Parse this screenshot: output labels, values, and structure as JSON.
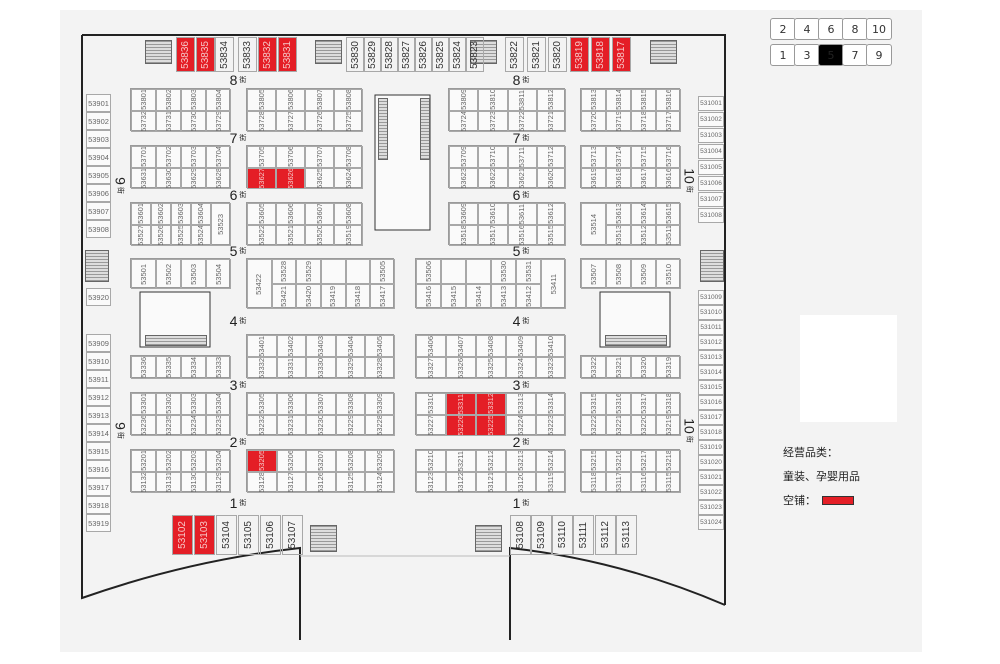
{
  "minimap": {
    "top": [
      "2",
      "4",
      "6",
      "8",
      "10"
    ],
    "bottom": [
      "1",
      "3",
      "5",
      "7",
      "9"
    ],
    "current": "5"
  },
  "legend": {
    "title": "经营品类：",
    "category": "童装、孕婴用品",
    "vacant_label": "空铺："
  },
  "colors": {
    "vacant": "#e41e26",
    "wall": "#222222",
    "stall_border": "#9a9a9a"
  },
  "streets": {
    "rows": [
      "8",
      "7",
      "6",
      "5",
      "4",
      "3",
      "2",
      "1"
    ],
    "suffix": "街",
    "left_col": "9",
    "right_col": "10"
  },
  "vacant": [
    "53836",
    "53835",
    "53832",
    "53831",
    "53819",
    "53818",
    "53817",
    "53627",
    "53626",
    "53311",
    "53312",
    "53226",
    "53225",
    "53205",
    "53102",
    "53103"
  ],
  "blocks": {
    "A1": [
      [
        "53801",
        "53732"
      ],
      [
        "53802",
        "53731"
      ],
      [
        "53803",
        "53730"
      ],
      [
        "53804",
        "53729"
      ]
    ],
    "A2": [
      [
        "53805",
        "53728"
      ],
      [
        "53806",
        "53727"
      ],
      [
        "53807",
        "53726"
      ],
      [
        "53808",
        "53725"
      ]
    ],
    "A3": [
      [
        "53809",
        "53724"
      ],
      [
        "53810",
        "53723"
      ],
      [
        "53811",
        "53722"
      ],
      [
        "53812",
        "53721"
      ]
    ],
    "A4": [
      [
        "53813",
        "53720"
      ],
      [
        "53814",
        "53719"
      ],
      [
        "53815",
        "53718"
      ],
      [
        "53816",
        "53717"
      ]
    ],
    "B1": [
      [
        "53701",
        "53631"
      ],
      [
        "53702",
        "53630"
      ],
      [
        "53703",
        "53629"
      ],
      [
        "53704",
        "53628"
      ]
    ],
    "B2": [
      [
        "53705",
        "53627"
      ],
      [
        "53706",
        "53626"
      ],
      [
        "53707",
        "53625"
      ],
      [
        "53708",
        "53624"
      ]
    ],
    "B3": [
      [
        "53709",
        "53623"
      ],
      [
        "53710",
        "53622"
      ],
      [
        "53711",
        "53621"
      ],
      [
        "53712",
        "53620"
      ]
    ],
    "B4": [
      [
        "53713",
        "53619"
      ],
      [
        "53714",
        "53618"
      ],
      [
        "53715",
        "53617"
      ],
      [
        "53716",
        "53616"
      ]
    ],
    "C1": [
      [
        "53601",
        "53527"
      ],
      [
        "53602",
        "53526"
      ],
      [
        "53603",
        "53525"
      ],
      [
        "53604",
        "53524"
      ],
      [
        "53523"
      ]
    ],
    "C2": [
      [
        "53605",
        "53522"
      ],
      [
        "53606",
        "53521"
      ],
      [
        "53607",
        "53520"
      ],
      [
        "53608",
        "53519"
      ]
    ],
    "C3": [
      [
        "53609",
        "53518"
      ],
      [
        "53610",
        "53517"
      ],
      [
        "53611",
        "53516"
      ],
      [
        "53612",
        "53515"
      ]
    ],
    "C4": [
      [
        "53514"
      ],
      [
        "53613",
        "53513"
      ],
      [
        "53614",
        "53512"
      ],
      [
        "53615",
        "53511"
      ]
    ],
    "D1": [
      [
        "53501"
      ],
      [
        "53502"
      ],
      [
        "53503"
      ],
      [
        "53504"
      ]
    ],
    "D2": [
      [
        "53422"
      ],
      [
        "53528",
        "53421"
      ],
      [
        "53529",
        "53420"
      ],
      [
        "",
        "53419"
      ],
      [
        "",
        "53418"
      ],
      [
        "53505",
        "53417"
      ]
    ],
    "D3": [
      [
        "53506",
        "53416"
      ],
      [
        "",
        "53415"
      ],
      [
        "",
        "53414"
      ],
      [
        "53530",
        "53413"
      ],
      [
        "53531",
        "53412"
      ],
      [
        "53411"
      ]
    ],
    "D4": [
      [
        "53507"
      ],
      [
        "53508"
      ],
      [
        "53509"
      ],
      [
        "53510"
      ]
    ],
    "E1": [
      [
        "53336"
      ],
      [
        "53335"
      ],
      [
        "53334"
      ],
      [
        "53333"
      ]
    ],
    "E2": [
      [
        "53401",
        "53332"
      ],
      [
        "53402",
        "53331"
      ],
      [
        "53403",
        "53330"
      ],
      [
        "53404",
        "53329"
      ],
      [
        "53405",
        "53328"
      ]
    ],
    "E3": [
      [
        "53406",
        "53327"
      ],
      [
        "53407",
        "53326"
      ],
      [
        "53408",
        "53325"
      ],
      [
        "53409",
        "53324"
      ],
      [
        "53410",
        "53323"
      ]
    ],
    "E4": [
      [
        "53322"
      ],
      [
        "53321"
      ],
      [
        "53320"
      ],
      [
        "53319"
      ]
    ],
    "F1": [
      [
        "53301",
        "53236"
      ],
      [
        "53302",
        "53235"
      ],
      [
        "53303",
        "53234"
      ],
      [
        "53304",
        "53233"
      ]
    ],
    "F2": [
      [
        "53305",
        "53232"
      ],
      [
        "53306",
        "53231"
      ],
      [
        "53307",
        "53230"
      ],
      [
        "53308",
        "53229"
      ],
      [
        "53309",
        "53228"
      ]
    ],
    "F3": [
      [
        "53310",
        "53227"
      ],
      [
        "53311",
        "53226"
      ],
      [
        "53312",
        "53225"
      ],
      [
        "53313",
        "53224"
      ],
      [
        "53314",
        "53223"
      ]
    ],
    "F4": [
      [
        "53315",
        "53222"
      ],
      [
        "53316",
        "53221"
      ],
      [
        "53317",
        "53220"
      ],
      [
        "53318",
        "53219"
      ]
    ],
    "G1": [
      [
        "53201",
        "53132"
      ],
      [
        "53202",
        "53131"
      ],
      [
        "53203",
        "53130"
      ],
      [
        "53204",
        "53129"
      ]
    ],
    "G2": [
      [
        "53205",
        "53128"
      ],
      [
        "53206",
        "53127"
      ],
      [
        "53207",
        "53126"
      ],
      [
        "53208",
        "53125"
      ],
      [
        "53209",
        "53124"
      ]
    ],
    "G3": [
      [
        "53210",
        "53123"
      ],
      [
        "53211",
        "53122"
      ],
      [
        "53212",
        "53121"
      ],
      [
        "53213",
        "53120"
      ],
      [
        "53214",
        "53119"
      ]
    ],
    "G4": [
      [
        "53215",
        "53118"
      ],
      [
        "53216",
        "53117"
      ],
      [
        "53217",
        "53116"
      ],
      [
        "53218",
        "53115"
      ]
    ]
  },
  "top_wall": [
    "53836",
    "53835",
    "53834",
    "53833",
    "53832",
    "53831",
    "53830",
    "53829",
    "53828",
    "53827",
    "53826",
    "53825",
    "53824",
    "53823",
    "53822",
    "53821",
    "53820",
    "53819",
    "53818",
    "53817"
  ],
  "bottom_wall": [
    "53102",
    "53103",
    "53104",
    "53105",
    "53106",
    "53107",
    "53108",
    "53109",
    "53110",
    "53111",
    "53112",
    "53113"
  ],
  "left_wall": [
    "53901",
    "53902",
    "53903",
    "53904",
    "53905",
    "53906",
    "53907",
    "53908",
    "53920",
    "53909",
    "53910",
    "53911",
    "53912",
    "53913",
    "53914",
    "53915",
    "53916",
    "53917",
    "53918",
    "53919"
  ],
  "right_wall": [
    "531001",
    "531002",
    "531003",
    "531004",
    "531005",
    "531006",
    "531007",
    "531008",
    "531009",
    "531010",
    "531011",
    "531012",
    "531013",
    "531014",
    "531015",
    "531016",
    "531017",
    "531018",
    "531019",
    "531020",
    "531021",
    "531022",
    "531023",
    "531024"
  ]
}
